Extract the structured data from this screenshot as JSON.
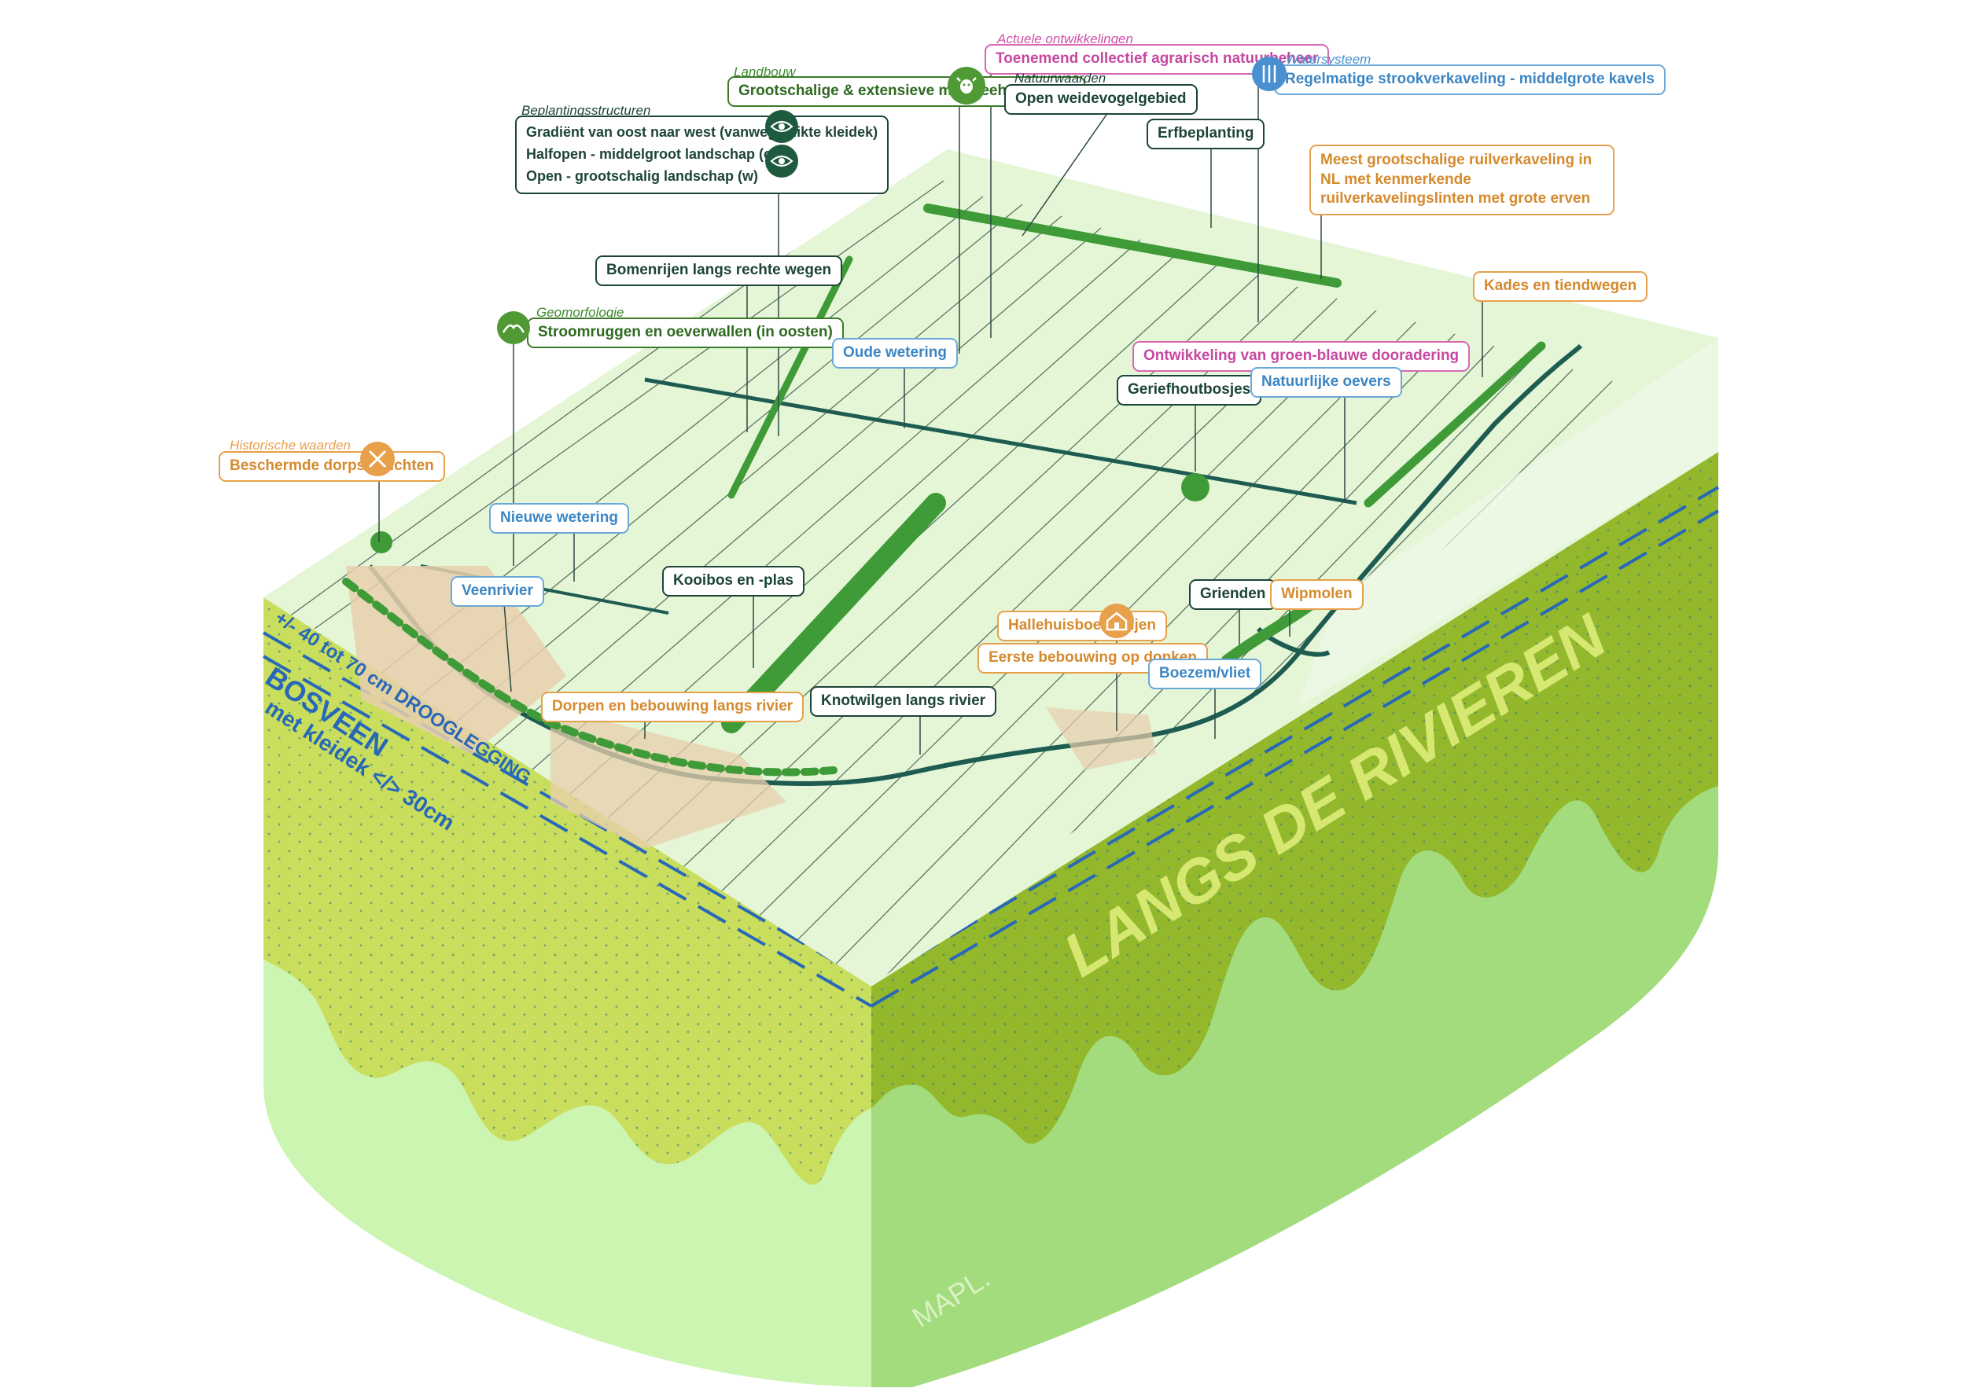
{
  "colors": {
    "surface": "#e4f6d6",
    "field": "#eaf8e2",
    "front_top": "#c9de5c",
    "front_bottom": "#cdf5b2",
    "side_top": "#93b82c",
    "side_bottom": "#a2dc7c",
    "water": "#1e5c52",
    "tree": "#3f9a38",
    "village": "#e8cfae",
    "dash_blue": "#2868b8",
    "label_green": "#3b7a2a",
    "label_dark": "#1d4438",
    "label_orange": "#e8a04a",
    "label_blue": "#6aa8d8",
    "label_pink": "#d868b4"
  },
  "categories": {
    "landbouw": "Landbouw",
    "actuele": "Actuele ontwikkelingen",
    "natuurwaarden": "Natuurwaarden",
    "watersysteem": "Watersysteem",
    "beplanting": "Beplantingsstructuren",
    "geomorfologie": "Geomorfologie",
    "historisch": "Historische waarden"
  },
  "labels": {
    "landbouw": "Grootschalige & extensieve melkveehouderijen",
    "actuele": "Toenemend collectief agrarisch natuurbeheer",
    "natuurwaarden": "Open weidevogelgebied",
    "watersysteem": "Regelmatige strookverkaveling - middelgrote kavels",
    "beplanting_1": "Gradiënt van oost naar west (vanwege dikte kleidek)",
    "beplanting_2": "Halfopen - middelgroot landschap (o)",
    "beplanting_3": "Open - grootschalig landschap (w)",
    "erfbeplanting": "Erfbeplanting",
    "ruilverkaveling": "Meest grootschalige ruilverkaveling in NL met kenmerkende ruilverkavelingslinten met grote erven",
    "bomenrijen": "Bomenrijen langs rechte wegen",
    "kades": "Kades en tiendwegen",
    "geomorfologie": "Stroomruggen en oeverwallen (in oosten)",
    "oude_wetering": "Oude wetering",
    "groen_blauw": "Ontwikkeling van groen-blauwe dooradering",
    "geriefhoutbosjes": "Geriefhoutbosjes",
    "natuurlijke_oevers": "Natuurlijke oevers",
    "dorpsgezichten": "Beschermde dorpsgezichten",
    "nieuwe_wetering": "Nieuwe wetering",
    "veenrivier": "Veenrivier",
    "kooibos": "Kooibos en -plas",
    "grienden": "Grienden",
    "wipmolen": "Wipmolen",
    "hallehuis": "Hallehuisboerderijen",
    "eerste_bebouwing": "Eerste bebouwing op donken",
    "boezem": "Boezem/vliet",
    "dorpen": "Dorpen en bebouwing langs rivier",
    "knotwilgen": "Knotwilgen langs rivier"
  },
  "block_text": {
    "drooglegging": "+/- 40 tot 70 cm DROOGLEGGING",
    "soil_type": "BOSVEEN",
    "kleidek": "met kleidek </> 30cm",
    "region": "LANGS DE RIVIEREN",
    "logo": "MAPL."
  },
  "icons": [
    "cow-icon",
    "eye-icon",
    "eye-icon",
    "water-system-icon",
    "hill-icon",
    "windmill-icon",
    "farmhouse-icon"
  ]
}
